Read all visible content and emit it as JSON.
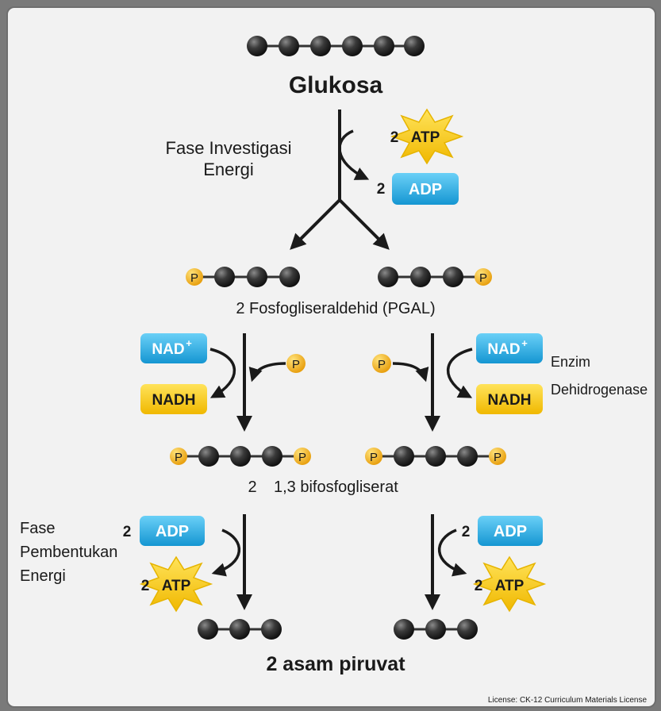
{
  "title": "Glukosa",
  "phase1_label_line1": "Fase Investigasi",
  "phase1_label_line2": "Energi",
  "atp_label": "ATP",
  "adp_label": "ADP",
  "nad_label": "NAD",
  "nad_sup": "+",
  "nadh_label": "NADH",
  "phosphate_label": "P",
  "count_two": "2",
  "pgal_label": "2 Fosfogliseraldehid (PGAL)",
  "enzyme_line1": "Enzim",
  "enzyme_line2": "Dehidrogenase",
  "bpg_count": "2",
  "bpg_label": "1,3 bifosfogliserat",
  "phase2_label_line1": "Fase",
  "phase2_label_line2": "Pembentukan",
  "phase2_label_line3": "Energi",
  "product_label": "2 asam piruvat",
  "license": "License: CK-12 Curriculum Materials License",
  "colors": {
    "background": "#f2f2f2",
    "frame": "#6e6e6e",
    "atp_star": "#f5d21f",
    "adp_badge": "#29a8e0",
    "nad_badge": "#29a8e0",
    "nadh_badge": "#f5c518",
    "phosphate": "#f2b51c",
    "carbon": "#2b2b2b"
  }
}
